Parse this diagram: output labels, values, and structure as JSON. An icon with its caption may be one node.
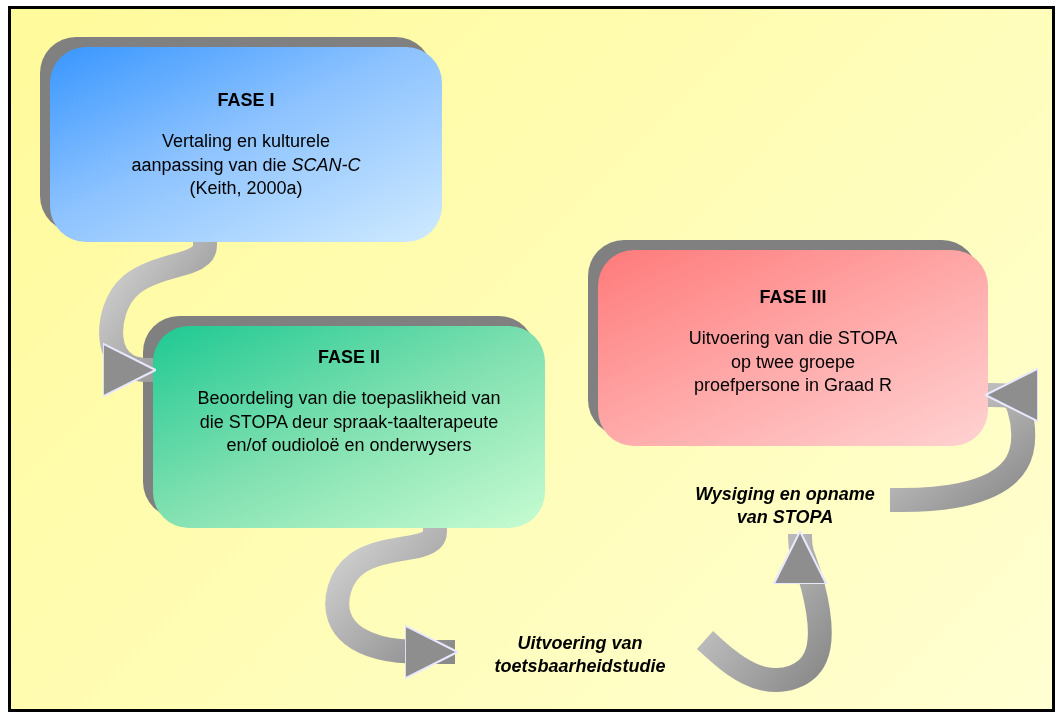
{
  "diagram": {
    "nodes": [
      {
        "text": [
          "FASE I",
          "Vertaling en kulturele aanpassing van die *SCAN-C* (Keith, 2000a)"
        ]
      },
      {
        "text": [
          "FASE II",
          "Beoordeling van die toepaslikheid van die STOPA deur spraak-taalterapeute en/of oudioloë en onderwysers"
        ]
      },
      {
        "text": [
          "Uitvoering van toetsbaarheidstudie"
        ]
      },
      {
        "text": [
          "Wysiging en opname van STOPA"
        ]
      },
      {
        "text": [
          "FASE III",
          "Uitvoering van die STOPA op twee groepe proefpersone in Graad R"
        ]
      }
    ],
    "edges": [
      {
        "from": 0,
        "to": 1,
        "arrow": "to",
        "style": "thick"
      },
      {
        "from": 1,
        "to": 2,
        "arrow": "to",
        "style": "thick"
      },
      {
        "from": 2,
        "to": 3,
        "arrow": "to",
        "style": "thick"
      },
      {
        "from": 3,
        "to": 4,
        "arrow": "to",
        "style": "thick"
      }
    ]
  }
}
